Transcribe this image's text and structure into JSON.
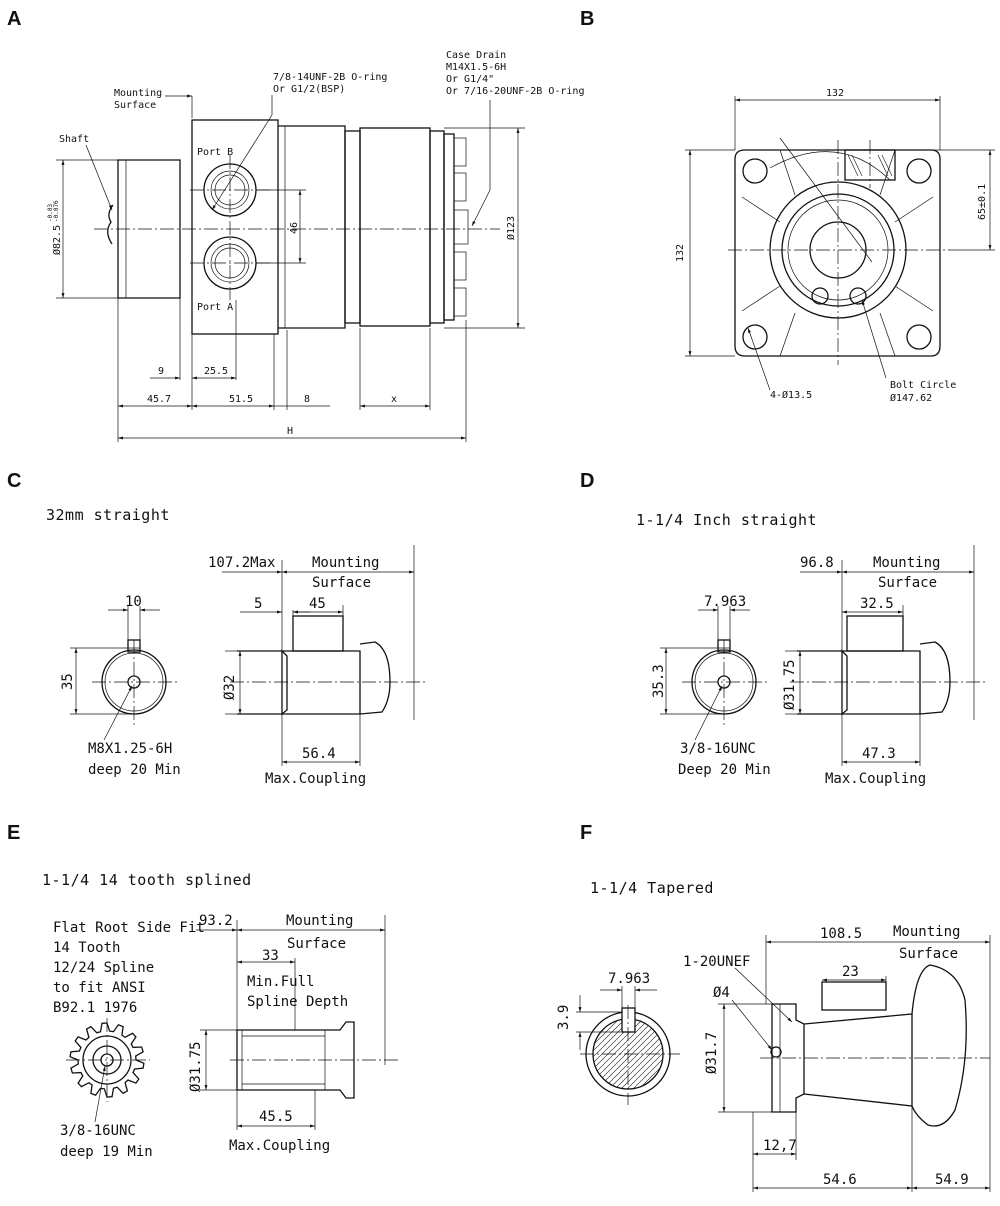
{
  "panels": {
    "a": {
      "letter": "A"
    },
    "b": {
      "letter": "B"
    },
    "c": {
      "letter": "C",
      "caption": "32mm straight"
    },
    "d": {
      "letter": "D",
      "caption": "1-1/4 Inch straight"
    },
    "e": {
      "letter": "E",
      "caption": "1-1/4 14 tooth splined"
    },
    "f": {
      "letter": "F",
      "caption": "1-1/4 Tapered"
    }
  },
  "A": {
    "mounting_surface": [
      "Mounting",
      "Surface"
    ],
    "shaft": "Shaft",
    "port_thread": [
      "7/8-14UNF-2B O-ring",
      "Or G1/2(BSP)"
    ],
    "case_drain": [
      "Case Drain",
      "M14X1.5-6H",
      "Or G1/4\"",
      "Or 7/16-20UNF-2B O-ring"
    ],
    "port_b": "Port B",
    "port_a": "Port A",
    "shaft_dia": "Ø82.5",
    "shaft_tol": [
      "-0.03",
      "-0.076"
    ],
    "dim_46": "46",
    "dim_123": "Ø123",
    "dim_9": "9",
    "dim_25_5": "25.5",
    "dim_45_7": "45.7",
    "dim_51_5": "51.5",
    "dim_8": "8",
    "dim_x": "x",
    "dim_H": "H"
  },
  "B": {
    "dim_132_top": "132",
    "dim_132_side": "132",
    "dim_65": "65±0.1",
    "holes": "4-Ø13.5",
    "bolt_circle": [
      "Bolt Circle",
      "Ø147.62"
    ]
  },
  "C": {
    "dim_107": "107.2Max",
    "mounting_surface": [
      "Mounting",
      "Surface"
    ],
    "dim_10": "10",
    "dim_35": "35",
    "dim_5": "5",
    "dim_45": "45",
    "dim_32": "Ø32",
    "thread": [
      "M8X1.25-6H",
      "deep 20 Min"
    ],
    "dim_56_4": "56.4",
    "max_coupling": "Max.Coupling"
  },
  "D": {
    "dim_96_8": "96.8",
    "mounting_surface": [
      "Mounting",
      "Surface"
    ],
    "dim_7_963": "7.963",
    "dim_35_3": "35.3",
    "dim_32_5": "32.5",
    "dim_31_75": "Ø31.75",
    "thread": [
      "3/8-16UNC",
      "Deep 20 Min"
    ],
    "dim_47_3": "47.3",
    "max_coupling": "Max.Coupling"
  },
  "E": {
    "spline_notes": [
      "Flat Root Side Fit",
      "14 Tooth",
      "12/24 Spline",
      "to fit ANSI",
      "B92.1 1976"
    ],
    "dim_93_2": "93.2",
    "mounting_surface": [
      "Mounting",
      "Surface"
    ],
    "dim_33": "33",
    "min_full": [
      "Min.Full",
      "Spline Depth"
    ],
    "dim_31_75": "Ø31.75",
    "dim_45_5": "45.5",
    "thread": [
      "3/8-16UNC",
      "deep 19 Min"
    ],
    "max_coupling": "Max.Coupling"
  },
  "F": {
    "dim_7_963": "7.963",
    "dim_3_9": "3.9",
    "thread": "1-20UNEF",
    "dim_4": "Ø4",
    "dim_31_7": "Ø31.7",
    "dim_108_5": "108.5",
    "mounting_surface": [
      "Mounting",
      "Surface"
    ],
    "dim_23": "23",
    "dim_12_7": "12,7",
    "dim_54_6": "54.6",
    "dim_54_9": "54.9"
  }
}
